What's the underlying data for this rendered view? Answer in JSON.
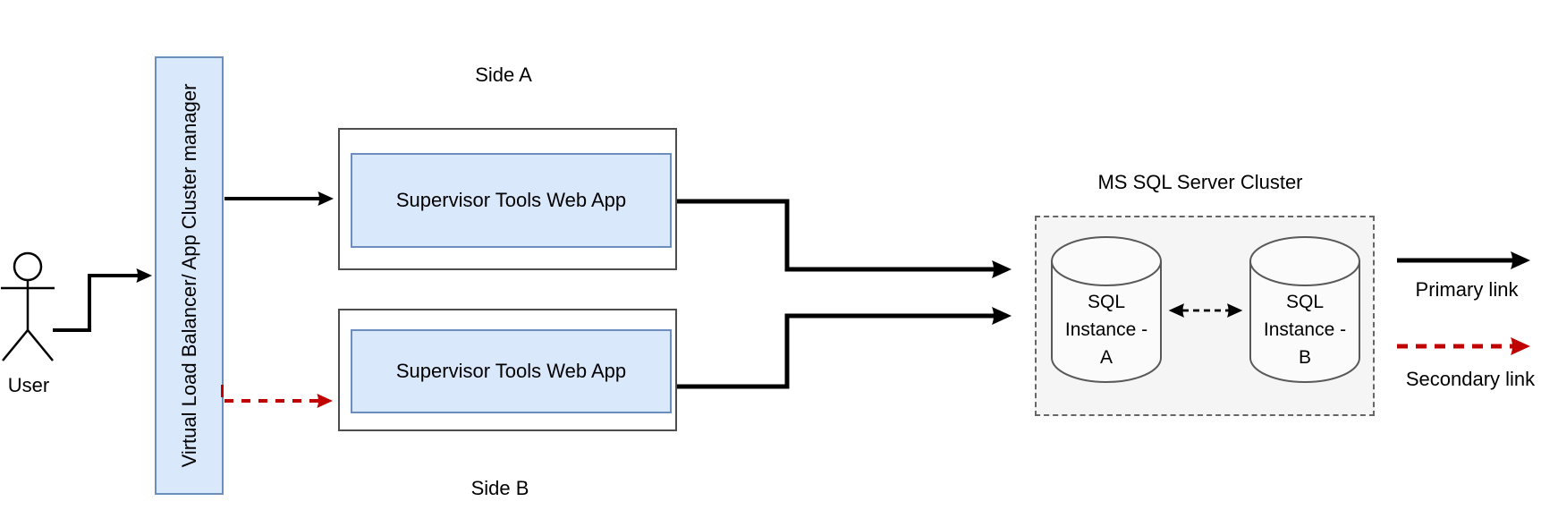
{
  "diagram": {
    "user": {
      "label": "User"
    },
    "load_balancer": {
      "label": "Virtual Load Balancer/ App Cluster manager"
    },
    "side_a": {
      "title": "Side A",
      "app_label": "Supervisor Tools Web App"
    },
    "side_b": {
      "title": "Side B",
      "app_label": "Supervisor Tools Web App"
    },
    "sql_cluster": {
      "title": "MS SQL Server Cluster",
      "instance_a": {
        "lines": [
          "SQL",
          "Instance -",
          "A"
        ]
      },
      "instance_b": {
        "lines": [
          "SQL",
          "Instance -",
          "B"
        ]
      }
    },
    "legend": {
      "primary": "Primary link",
      "secondary": "Secondary link"
    },
    "colors": {
      "node_fill": "#dae8fc",
      "node_border": "#6c8ebf",
      "container_border": "#4d4d4d",
      "cluster_fill": "#f5f5f5",
      "cluster_border": "#666666",
      "primary_link": "#000000",
      "secondary_link": "#c00000"
    }
  }
}
